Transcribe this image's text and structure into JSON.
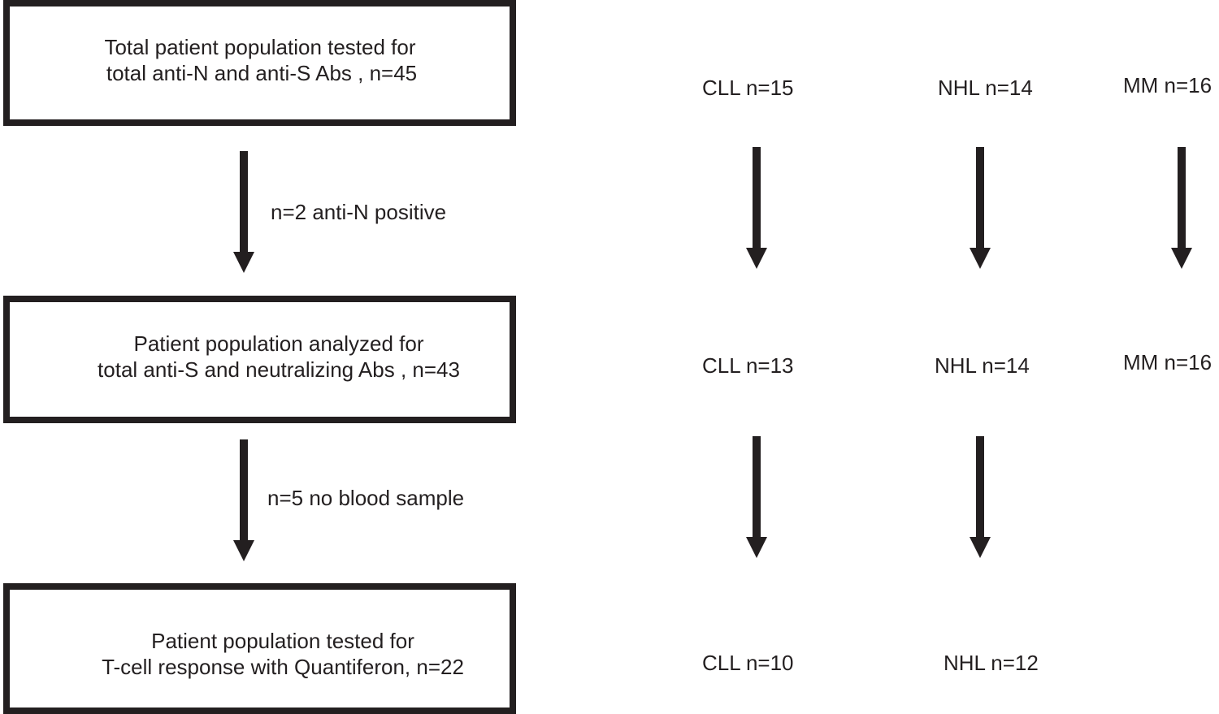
{
  "boxes": [
    {
      "line1": "Total patient population tested for",
      "line2": "total anti-N and anti-S Abs , n=45"
    },
    {
      "line1": "Patient population analyzed for",
      "line2": "total anti-S and neutralizing Abs , n=43"
    },
    {
      "line1": "Patient population tested for",
      "line2": "T-cell response with Quantiferon, n=22"
    }
  ],
  "exclusions": [
    {
      "text": "n=2 anti-N positive"
    },
    {
      "text": "n=5 no blood sample"
    }
  ],
  "stage1": {
    "cll": "CLL n=15",
    "nhl": "NHL n=14",
    "mm": "MM n=16"
  },
  "stage2": {
    "cll": "CLL n=13",
    "nhl": "NHL n=14",
    "mm": "MM n=16"
  },
  "stage3": {
    "cll": "CLL n=10",
    "nhl": "NHL n=12"
  }
}
